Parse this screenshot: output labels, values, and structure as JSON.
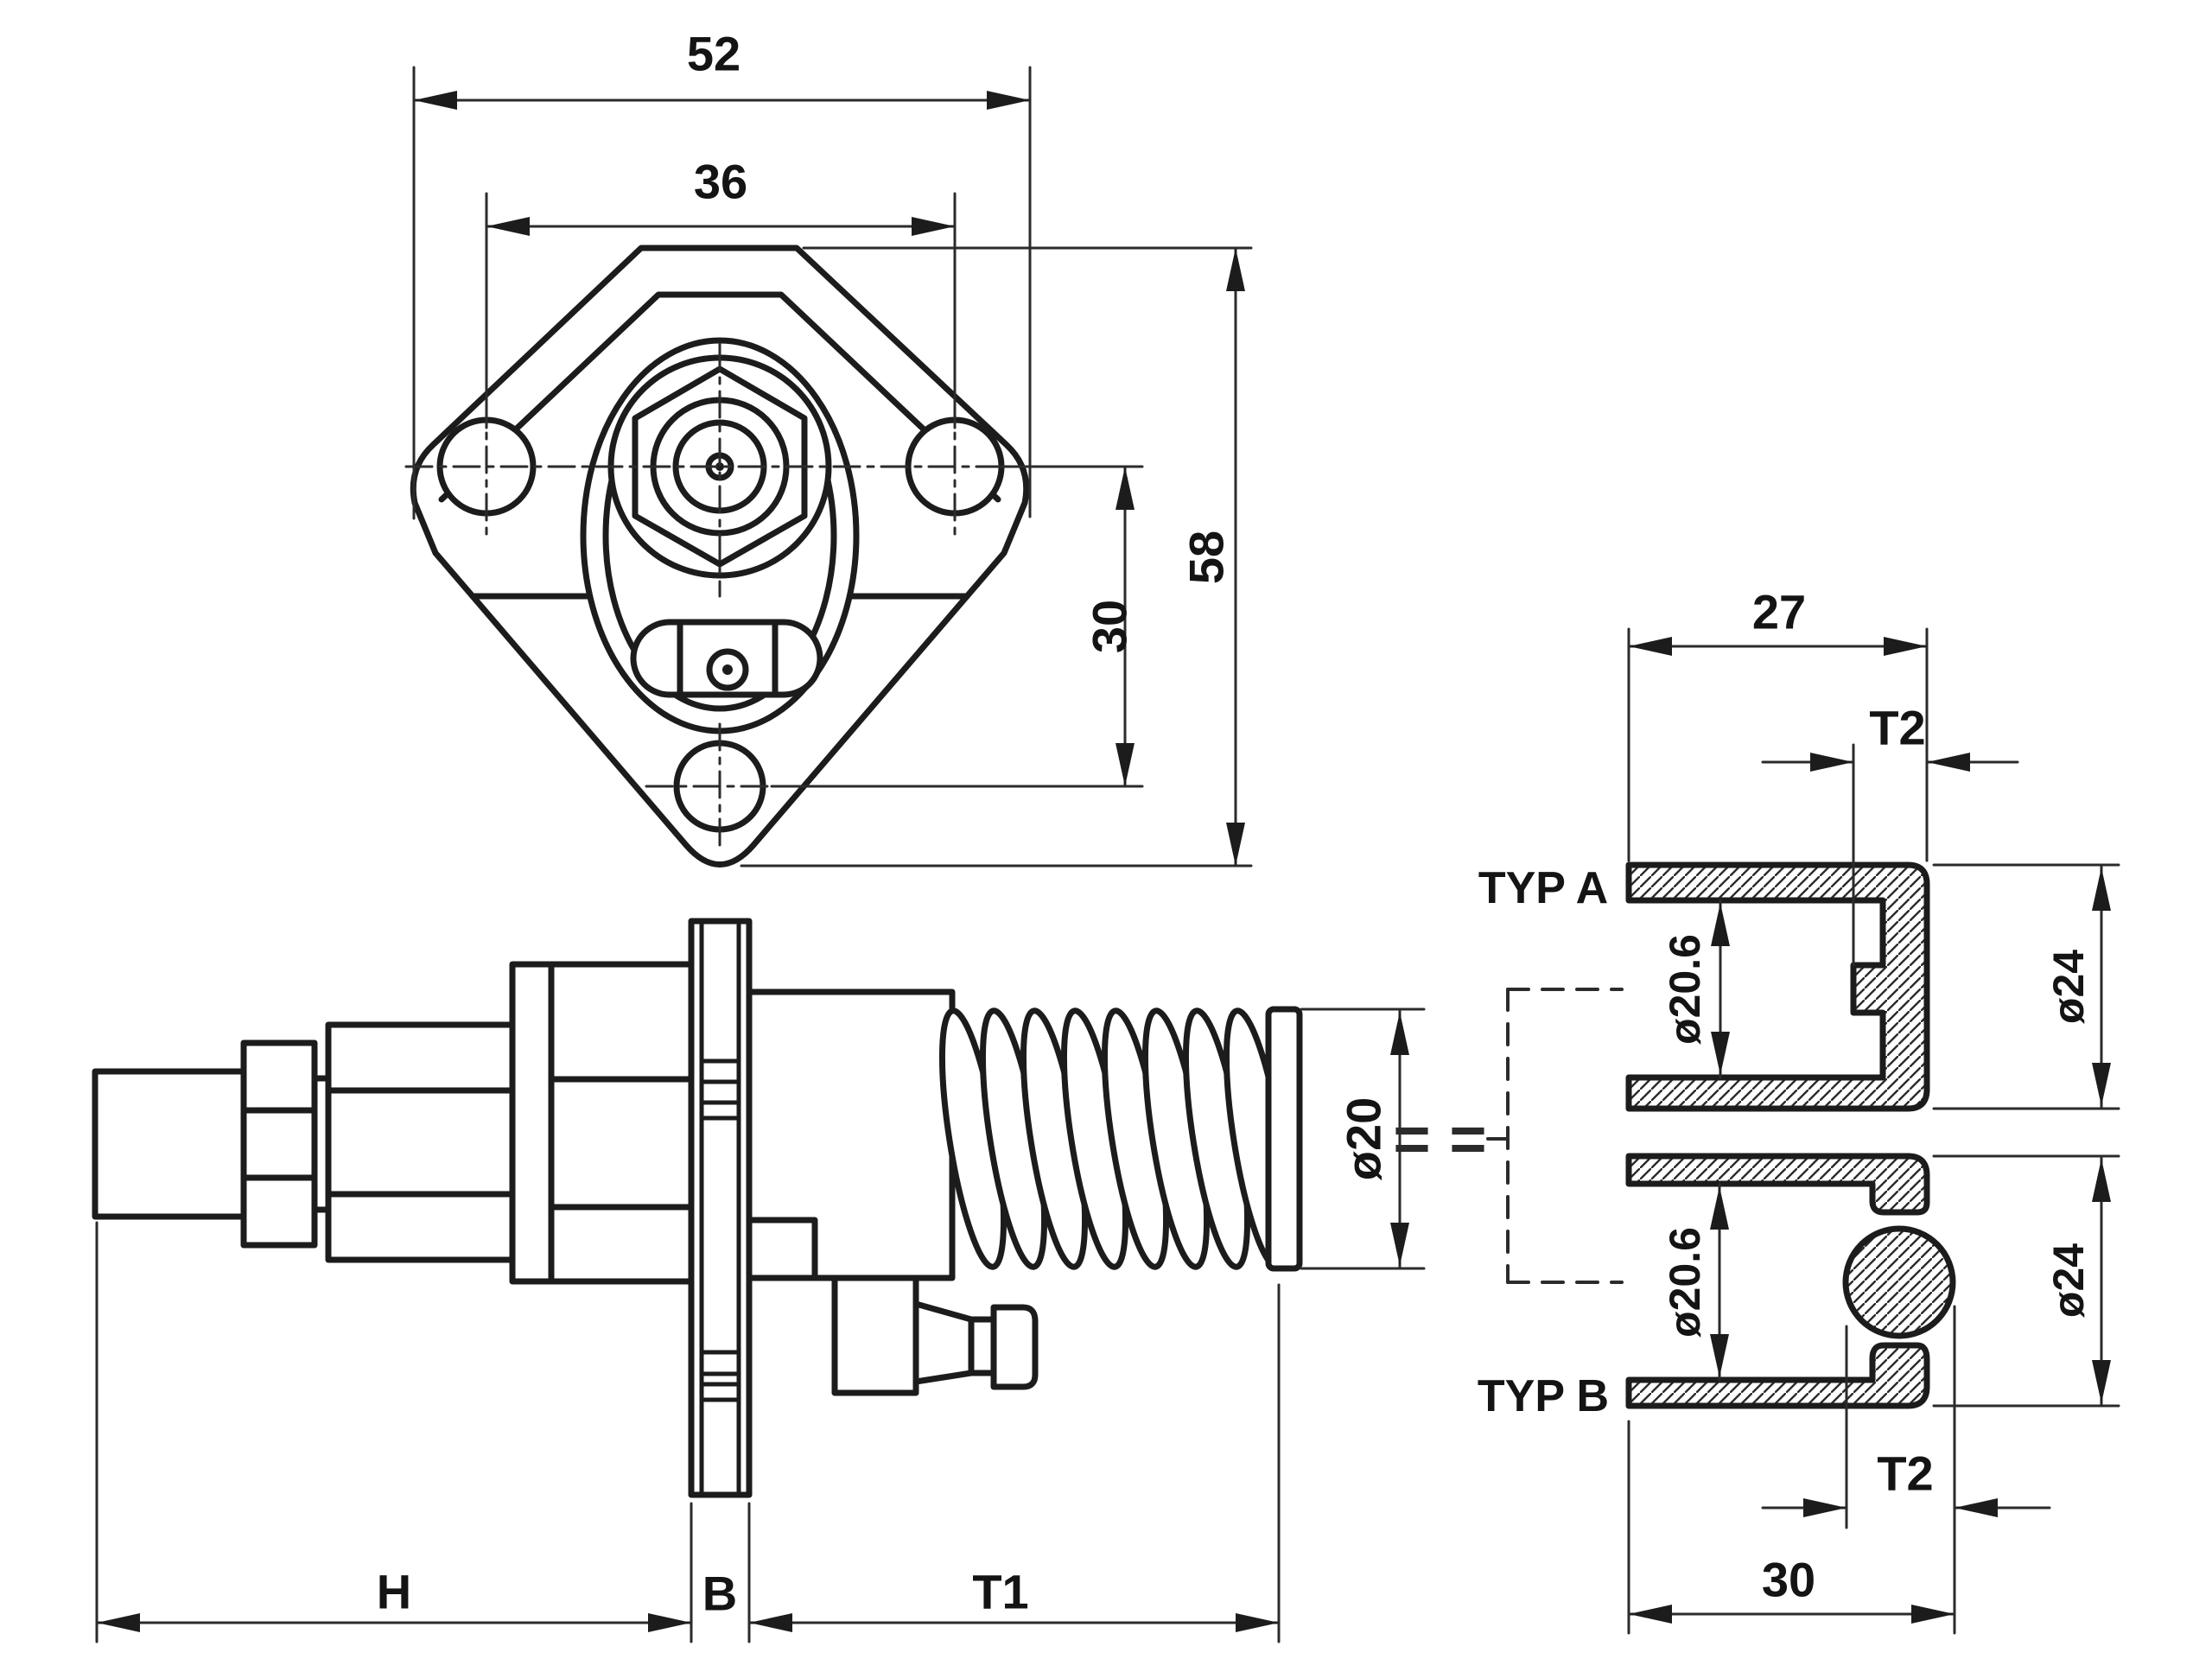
{
  "drawing": {
    "front_view": {
      "width_total": "52",
      "hole_spacing": "36",
      "height_total": "58",
      "hole_offset": "30"
    },
    "side_view": {
      "dim_h": "H",
      "dim_b": "B",
      "dim_t1": "T1",
      "spring_diameter": "ø20",
      "equal_sign": "="
    },
    "type_a": {
      "label": "TYP A",
      "outer_width": "27",
      "depth": "T2",
      "bore": "ø20.6",
      "outer_diameter": "ø24"
    },
    "type_b": {
      "label": "TYP B",
      "bore": "ø20.6",
      "outer_diameter": "ø24",
      "depth": "T2",
      "outer_width": "30"
    }
  },
  "colors": {
    "line": "#1c1c1c",
    "thin": "#2b2b2b",
    "background": "#ffffff"
  }
}
